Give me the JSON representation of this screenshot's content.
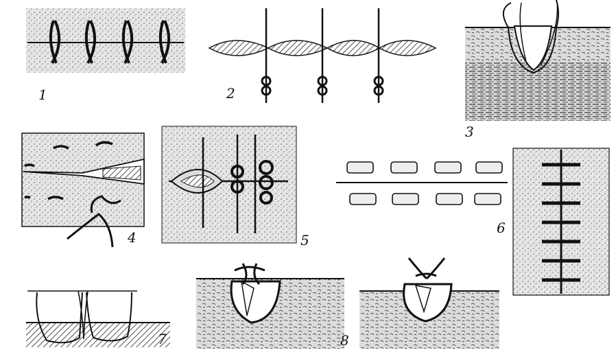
{
  "figure": {
    "panels": [
      {
        "id": "1",
        "label": "1"
      },
      {
        "id": "2",
        "label": "2"
      },
      {
        "id": "3",
        "label": "3"
      },
      {
        "id": "4",
        "label": "4"
      },
      {
        "id": "5",
        "label": "5"
      },
      {
        "id": "6",
        "label": "6"
      },
      {
        "id": "7",
        "label": "7"
      },
      {
        "id": "8",
        "label": "8"
      }
    ]
  },
  "colors": {
    "ink": "#111111",
    "paper": "#ffffff",
    "tissue": "#d9d9d9"
  }
}
